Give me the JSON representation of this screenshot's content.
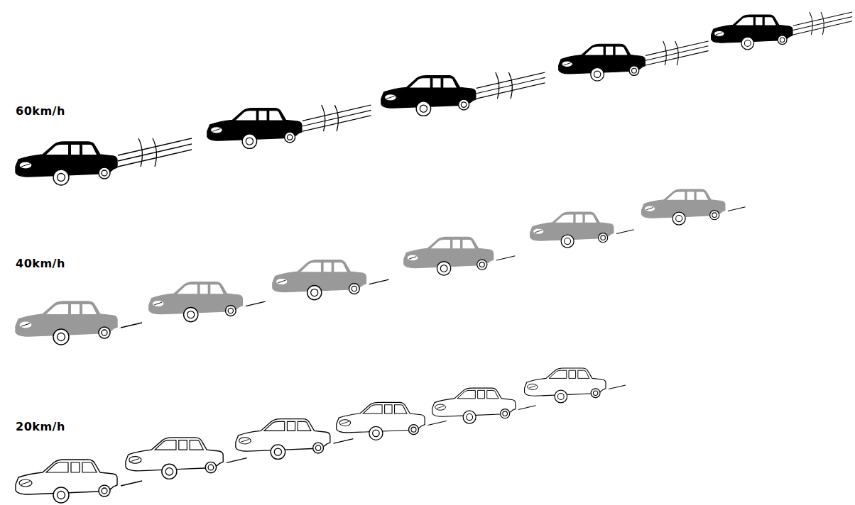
{
  "diagram": {
    "labels": [
      "60km/h",
      "40km/h",
      "20km/h"
    ]
  }
}
